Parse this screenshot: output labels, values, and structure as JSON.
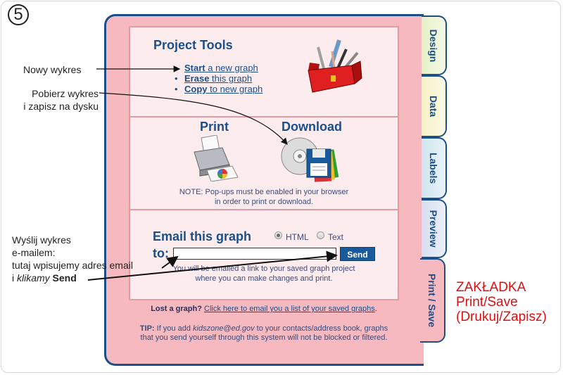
{
  "step_number": "5",
  "project_tools": {
    "title": "Project Tools",
    "links": [
      {
        "bold": "Start",
        "rest": " a new graph"
      },
      {
        "bold": "Erase",
        "rest": " this graph"
      },
      {
        "bold": "Copy",
        "rest": " to new graph"
      }
    ],
    "image": "toolbox-icon"
  },
  "print_download": {
    "print_label": "Print",
    "download_label": "Download",
    "note_line1": "NOTE: Pop-ups must be enabled in your browser",
    "note_line2": "in order to print or download."
  },
  "email": {
    "title": "Email this graph",
    "to_label": "to:",
    "format_options": [
      {
        "label": "HTML",
        "checked": true
      },
      {
        "label": "Text",
        "checked": false
      }
    ],
    "input_value": "",
    "send_label": "Send",
    "note_line1": "You will be emailed a link to your saved graph project",
    "note_line2": "where you can make changes and print."
  },
  "lost": {
    "label": "Lost a graph?",
    "link": "Click here to email you a list of your saved graphs",
    "suffix": "."
  },
  "tip": {
    "label": "TIP:",
    "pre": " If you add ",
    "email": "kidszone@ed.gov",
    "post": " to your contacts/address book, graphs",
    "line2": "that you send yourself through this system will not be blocked or filtered."
  },
  "tabs": [
    {
      "label": "Design",
      "active": false
    },
    {
      "label": "Data",
      "active": false
    },
    {
      "label": "Labels",
      "active": false
    },
    {
      "label": "Preview",
      "active": false
    },
    {
      "label": "Print / Save",
      "active": true
    }
  ],
  "annotations": {
    "new_graph": "Nowy wykres",
    "download_line1": "Pobierz wykres",
    "download_line2": "i zapisz na dysku",
    "email_line1": "Wyślij wykres",
    "email_line2": "e-mailem:",
    "email_line3": "tutaj wpisujemy adres email",
    "email_line4_pre": "i ",
    "email_line4_italic": "klikamy",
    "email_line4_bold": " Send",
    "tab_line1": "ZAKŁADKA",
    "tab_line2": "Print/Save",
    "tab_line3": "(Drukuj/Zapisz)"
  },
  "colors": {
    "panel_bg": "#f6b9c0",
    "panel_border": "#1b4f8a",
    "box_bg": "#fdecee",
    "heading": "#1b4f8a",
    "annotation_red": "#e01010"
  }
}
